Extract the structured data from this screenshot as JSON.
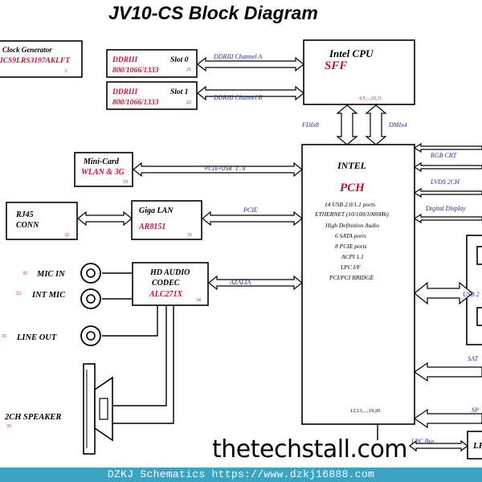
{
  "title": "JV10-CS Block  Diagram",
  "blocks": {
    "clock": {
      "title": "Clock Generator",
      "part": "ICS9LRS3197AKLFT",
      "page": "3"
    },
    "ddr0": {
      "type": "DDRIII",
      "speed": "800/1066/1333",
      "slot": "Slot 0",
      "page": "21"
    },
    "ddr1": {
      "type": "DDRIII",
      "speed": "800/1066/1333",
      "slot": "Slot 1",
      "page": "22"
    },
    "cpu": {
      "title": "Intel CPU",
      "model": "SFF",
      "pages": "4,5,...,10,11"
    },
    "minicard": {
      "title": "Mini-Card",
      "sub": "WLAN & 3G",
      "page": "33"
    },
    "rj45": {
      "line1": "RJ45",
      "line2": "CONN",
      "page": "32"
    },
    "lan": {
      "title": "Giga LAN",
      "part": "AR8151",
      "page": "31"
    },
    "audio": {
      "title": "HD AUDIO",
      "title2": "CODEC",
      "part": "ALC271X",
      "page": "34"
    },
    "pch": {
      "vendor": "INTEL",
      "name": "PCH",
      "features": [
        "14 USB 2.0/1.1 ports",
        "ETHERNET      (10/100/1000Mb)",
        "High Definition Audio",
        "6 SATA ports",
        "8 PCIE ports",
        "ACPI 1.1",
        "LPC I/F",
        "PCI/PCI BRIDGE"
      ],
      "pages": "12,13,...,19,20"
    }
  },
  "buses": {
    "ch_a": "DDRIII  Channel A",
    "ch_b": "DDRIII  Channel B",
    "fdi": "FDIx8",
    "dmi": "DMIx4",
    "pcie_usb": "PCIE+USB 2.0",
    "pcie": "PCIE",
    "azalia": "AZALIA",
    "rgb": "RGB CRT",
    "lvds": "LVDS 2CH",
    "digital": "Digital Display",
    "usb": "USB 2",
    "sata": "SAT",
    "spi": "SP",
    "lpc": "LPC Bus",
    "lpc_dev": "LP"
  },
  "jacks": {
    "mic_in": {
      "label": "MIC IN",
      "page": "35"
    },
    "int_mic": {
      "label": "INT MIC",
      "page": "23"
    },
    "line_out": {
      "label": "LINE OUT",
      "page": "35"
    },
    "speaker": {
      "label": "2CH SPEAKER",
      "page": "35"
    }
  },
  "watermark": "thetechstall.com",
  "footer": "DZKJ Schematics https://www.dzkj16888.com"
}
